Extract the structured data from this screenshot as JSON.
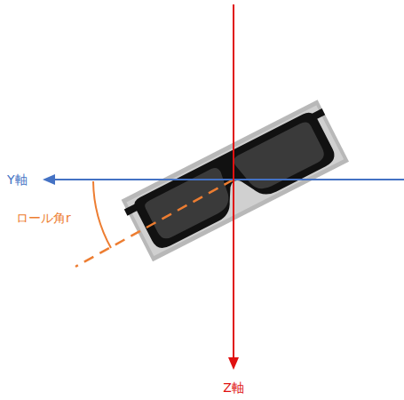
{
  "diagram": {
    "labels": [
      "Y軸",
      "ロール角r",
      "Z軸"
    ]
  }
}
